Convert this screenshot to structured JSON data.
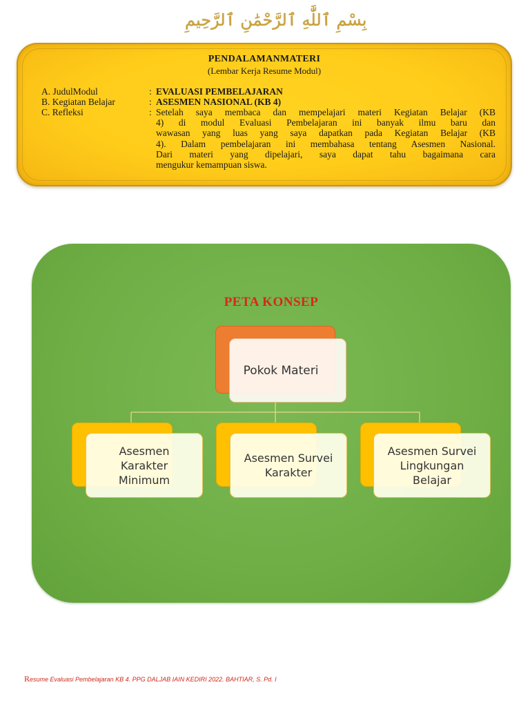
{
  "header": {
    "basmala": "بِسْمِ ٱللَّٰهِ ٱلرَّحْمَٰنِ ٱلرَّحِيمِ"
  },
  "resume": {
    "title": "PENDALAMANMATERI",
    "subtitle": "(Lembar Kerja Resume Modul)",
    "rows": [
      {
        "label": "A. JudulModul",
        "colon": ":",
        "value": "EVALUASI PEMBELAJARAN"
      },
      {
        "label": "B. Kegiatan Belajar",
        "colon": ":",
        "value": "ASESMEN NASIONAL (KB 4)"
      },
      {
        "label": "C. Refleksi",
        "colon": ":",
        "value": ""
      }
    ],
    "reflection_lines": [
      "Setelah saya membaca dan mempelajari materi Kegiatan Belajar (KB",
      "4) di modul Evaluasi Pembelajaran ini banyak ilmu baru dan",
      "wawasan yang luas yang saya dapatkan pada Kegiatan Belajar (KB",
      "4). Dalam pembelajaran ini membahasa tentang Asesmen Nasional.",
      "Dari materi yang dipelajari, saya dapat tahu bagaimana cara",
      "mengukur kemampuan siswa."
    ]
  },
  "concept_map": {
    "title": "PETA KONSEP",
    "root": "Pokok Materi",
    "children": [
      {
        "lines": [
          "Asesmen",
          "Karakter",
          "Minimum"
        ]
      },
      {
        "lines": [
          "Asesmen Survei",
          "Karakter"
        ]
      },
      {
        "lines": [
          "Asesmen Survei",
          "Lingkungan",
          "Belajar"
        ]
      }
    ],
    "colors": {
      "root": "#ec7d31",
      "child": "#ffc000",
      "panel": "#70ad47",
      "title": "#d42a1a"
    }
  },
  "footer": {
    "first_letter": "R",
    "text": "esume Evaluasi Pembelajaran KB 4. PPG DALJAB IAIN KEDIRI 2022. BAHTIAR, S. Pd. I"
  }
}
